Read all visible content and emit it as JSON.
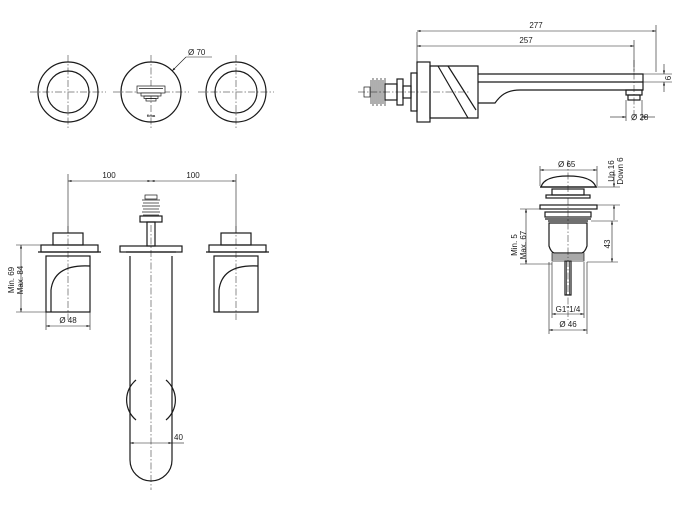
{
  "dimensions": {
    "rosette_diameter": "Ø 70",
    "total_length": "277",
    "spout_length": "257",
    "spout_thickness": "6",
    "spout_outlet_diameter": "Ø 28",
    "handle_spacing_left": "100",
    "handle_spacing_right": "100",
    "handle_depth_min": "Min. 69",
    "handle_depth_max": "Max. 84",
    "handle_diameter": "Ø 48",
    "spout_width": "40",
    "waste_cap_diameter": "Ø 65",
    "waste_up": "Up 16",
    "waste_down": "Down 6",
    "waste_min": "Min. 5",
    "waste_max": "Max. 67",
    "waste_body_height": "43",
    "waste_thread": "G1\"1/4",
    "waste_body_diameter": "Ø 46"
  },
  "logo": "fima"
}
